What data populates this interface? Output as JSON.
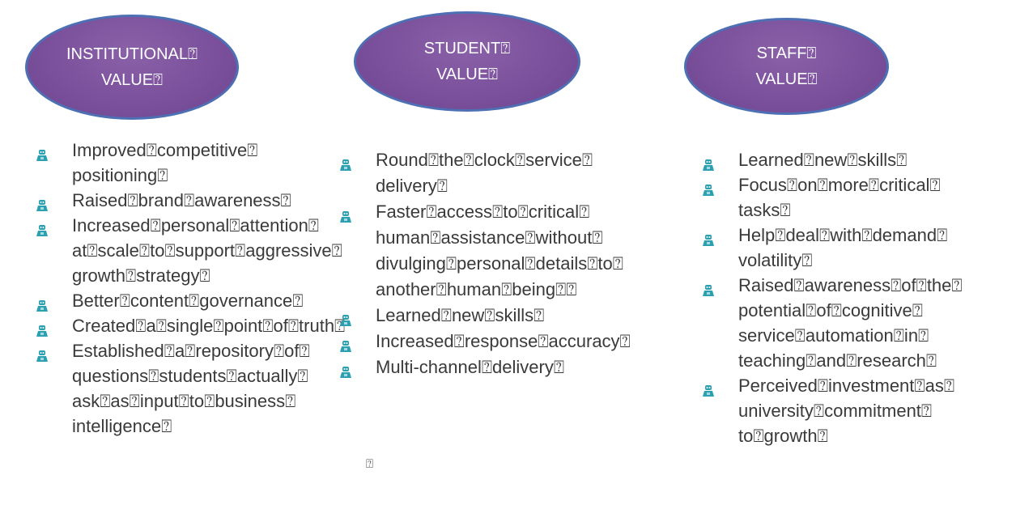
{
  "headers": [
    {
      "line1": "INSTITUTIONAL⍰",
      "line2": "VALUE⍰"
    },
    {
      "line1": "STUDENT⍰",
      "line2": "VALUE⍰"
    },
    {
      "line1": "STAFF⍰",
      "line2": "VALUE⍰"
    }
  ],
  "columns": [
    {
      "items": [
        {
          "lines": [
            "Improved⍰competitive⍰",
            "positioning⍰"
          ]
        },
        {
          "lines": [
            "Raised⍰brand⍰awareness⍰"
          ]
        },
        {
          "lines": [
            "Increased⍰personal⍰attention⍰",
            "at⍰scale⍰to⍰support⍰aggressive⍰",
            "growth⍰strategy⍰"
          ]
        },
        {
          "lines": [
            "Better⍰content⍰governance⍰"
          ]
        },
        {
          "lines": [
            "Created⍰a⍰single⍰point⍰of⍰truth⍰"
          ]
        },
        {
          "lines": [
            "Established⍰a⍰repository⍰of⍰",
            "questions⍰students⍰actually⍰",
            "ask⍰as⍰input⍰to⍰business⍰",
            "intelligence⍰"
          ]
        }
      ]
    },
    {
      "items": [
        {
          "lines": [
            "Round⍰the⍰clock⍰service⍰",
            "delivery⍰"
          ]
        },
        {
          "lines": [
            "Faster⍰access⍰to⍰critical⍰",
            "human⍰assistance⍰without⍰",
            "divulging⍰personal⍰details⍰to⍰",
            "another⍰human⍰being⍰⍰"
          ]
        },
        {
          "lines": [
            "Learned⍰new⍰skills⍰"
          ]
        },
        {
          "lines": [
            "Increased⍰response⍰accuracy⍰"
          ]
        },
        {
          "lines": [
            "Multi-channel⍰delivery⍰"
          ]
        }
      ]
    },
    {
      "items": [
        {
          "lines": [
            "Learned⍰new⍰skills⍰"
          ]
        },
        {
          "lines": [
            "Focus⍰on⍰more⍰critical⍰",
            "tasks⍰"
          ]
        },
        {
          "lines": [
            "Help⍰deal⍰with⍰demand⍰",
            "volatility⍰"
          ]
        },
        {
          "lines": [
            "Raised⍰awareness⍰of⍰the⍰",
            "potential⍰of⍰cognitive⍰",
            "service⍰automation⍰in⍰",
            "teaching⍰and⍰research⍰"
          ]
        },
        {
          "lines": [
            "Perceived⍰investment⍰as⍰",
            "university⍰commitment⍰",
            "to⍰growth⍰"
          ]
        }
      ]
    }
  ],
  "stray_glyph": "⍰",
  "colors": {
    "oval_fill": "#7b509c",
    "oval_border": "#4d6fb3",
    "bullet": "#2aa0b0",
    "text": "#3a3a3a"
  },
  "bullet_icon": "robot-icon"
}
